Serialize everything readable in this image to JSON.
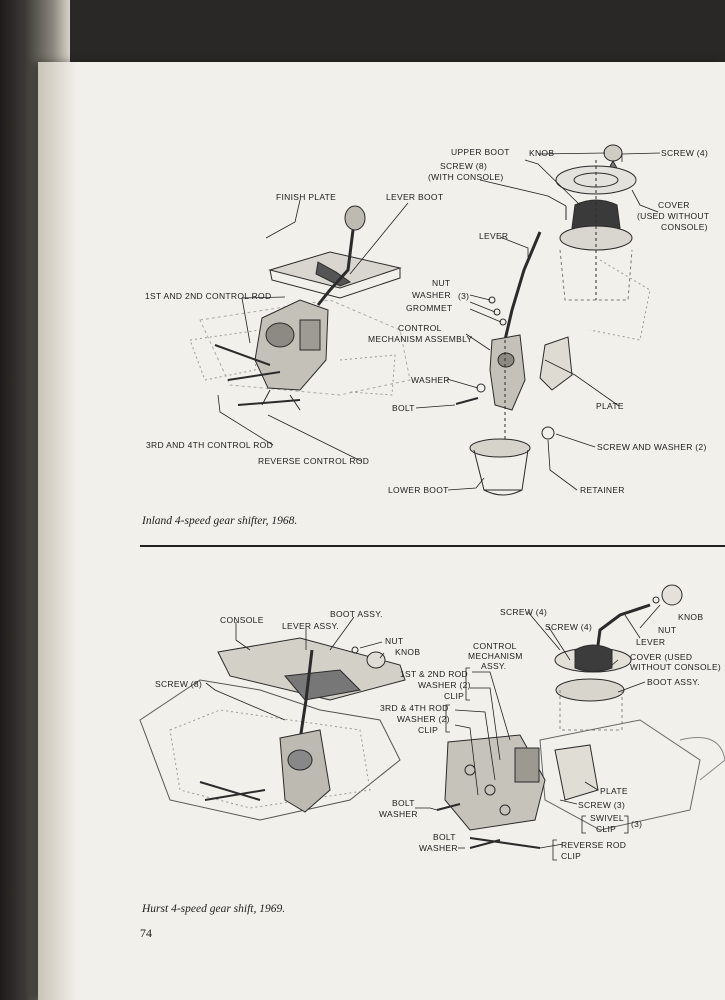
{
  "page_number": "74",
  "figure_top": {
    "caption": "Inland 4-speed gear shifter, 1968.",
    "labels": {
      "finish_plate": "FINISH PLATE",
      "lever_boot": "LEVER BOOT",
      "upper_boot": "UPPER BOOT",
      "knob": "KNOB",
      "screw_4": "SCREW (4)",
      "screw_8_line1": "SCREW (8)",
      "screw_8_line2": "(WITH CONSOLE)",
      "cover_line1": "COVER",
      "cover_line2": "(USED WITHOUT",
      "cover_line3": "CONSOLE)",
      "lever": "LEVER",
      "nut": "NUT",
      "washer_grp": "WASHER",
      "grommet": "GROMMET",
      "qty_3": "(3)",
      "first_second_rod": "1ST AND 2ND CONTROL ROD",
      "control_mech_line1": "CONTROL",
      "control_mech_line2": "MECHANISM ASSEMBLY",
      "washer": "WASHER",
      "bolt": "BOLT",
      "plate": "PLATE",
      "third_fourth_rod": "3RD AND 4TH CONTROL ROD",
      "reverse_rod": "REVERSE CONTROL ROD",
      "screw_washer_2": "SCREW AND WASHER (2)",
      "lower_boot": "LOWER BOOT",
      "retainer": "RETAINER"
    }
  },
  "figure_bottom": {
    "caption": "Hurst 4-speed gear shift, 1969.",
    "labels": {
      "screw_4_a": "SCREW (4)",
      "knob": "KNOB",
      "screw_4_b": "SCREW (4)",
      "nut": "NUT",
      "lever": "LEVER",
      "console": "CONSOLE",
      "boot_assy": "BOOT ASSY.",
      "lever_assy": "LEVER ASSY.",
      "nut_l": "NUT",
      "knob_l": "KNOB",
      "control_line1": "CONTROL",
      "control_line2": "MECHANISM",
      "control_line3": "ASSY.",
      "cover_line1": "COVER (USED",
      "cover_line2": "WITHOUT CONSOLE)",
      "boot_assy_r": "BOOT ASSY.",
      "screw_8": "SCREW (8)",
      "r12_line1": "1ST & 2ND ROD",
      "r12_line2": "WASHER (2)",
      "r12_line3": "CLIP",
      "r34_line1": "3RD & 4TH ROD",
      "r34_line2": "WASHER (2)",
      "r34_line3": "CLIP",
      "plate": "PLATE",
      "screw_3": "SCREW (3)",
      "swivel": "SWIVEL",
      "clip": "CLIP",
      "qty_3": "(3)",
      "bolt_1": "BOLT",
      "washer_1": "WASHER",
      "bolt_2": "BOLT",
      "washer_2": "WASHER",
      "reverse_line1": "REVERSE ROD",
      "reverse_line2": "CLIP"
    }
  }
}
